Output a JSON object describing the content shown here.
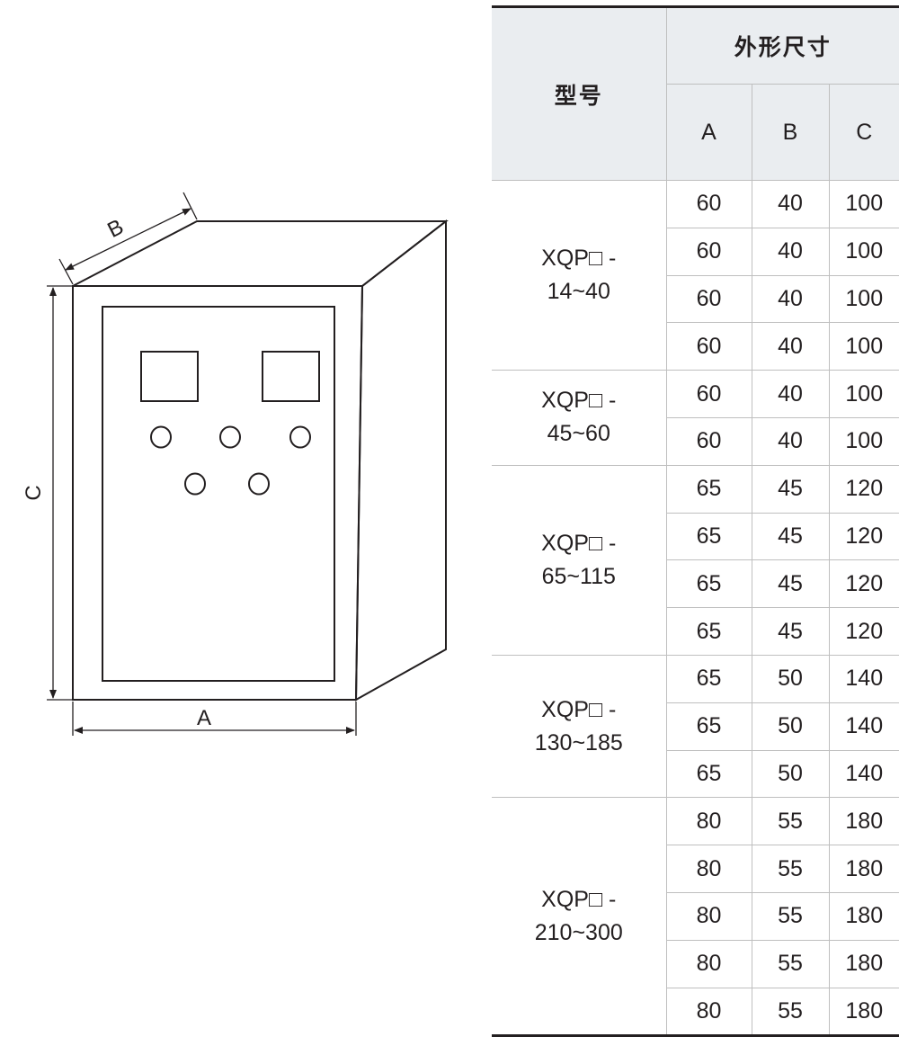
{
  "drawing": {
    "labels": {
      "width": "A",
      "depth": "B",
      "height": "C"
    }
  },
  "table": {
    "header": {
      "model": "型号",
      "dimensions": "外形尺寸",
      "cols": [
        "A",
        "B",
        "C"
      ]
    },
    "groups": [
      {
        "model_line1": "XQP□ -",
        "model_line2": "14~40",
        "rows": [
          [
            "60",
            "40",
            "100"
          ],
          [
            "60",
            "40",
            "100"
          ],
          [
            "60",
            "40",
            "100"
          ],
          [
            "60",
            "40",
            "100"
          ]
        ]
      },
      {
        "model_line1": "XQP□ -",
        "model_line2": "45~60",
        "rows": [
          [
            "60",
            "40",
            "100"
          ],
          [
            "60",
            "40",
            "100"
          ]
        ]
      },
      {
        "model_line1": "XQP□ -",
        "model_line2": "65~115",
        "rows": [
          [
            "65",
            "45",
            "120"
          ],
          [
            "65",
            "45",
            "120"
          ],
          [
            "65",
            "45",
            "120"
          ],
          [
            "65",
            "45",
            "120"
          ]
        ]
      },
      {
        "model_line1": "XQP□ -",
        "model_line2": "130~185",
        "rows": [
          [
            "65",
            "50",
            "140"
          ],
          [
            "65",
            "50",
            "140"
          ],
          [
            "65",
            "50",
            "140"
          ]
        ]
      },
      {
        "model_line1": "XQP□ -",
        "model_line2": "210~300",
        "rows": [
          [
            "80",
            "55",
            "180"
          ],
          [
            "80",
            "55",
            "180"
          ],
          [
            "80",
            "55",
            "180"
          ],
          [
            "80",
            "55",
            "180"
          ],
          [
            "80",
            "55",
            "180"
          ]
        ]
      }
    ]
  }
}
